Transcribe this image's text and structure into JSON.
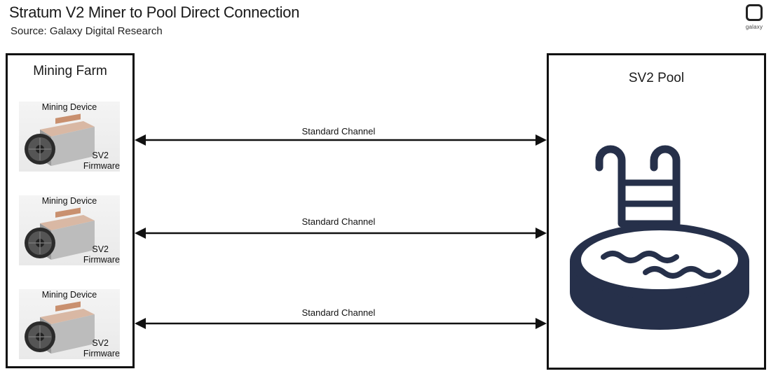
{
  "header": {
    "title": "Stratum V2 Miner to Pool Direct Connection",
    "source": "Source: Galaxy Digital Research",
    "logo_text": "galaxy"
  },
  "farm": {
    "title": "Mining Farm",
    "devices": [
      {
        "label": "Mining Device",
        "firmware_line1": "SV2",
        "firmware_line2": "Firmware"
      },
      {
        "label": "Mining Device",
        "firmware_line1": "SV2",
        "firmware_line2": "Firmware"
      },
      {
        "label": "Mining Device",
        "firmware_line1": "SV2",
        "firmware_line2": "Firmware"
      }
    ]
  },
  "channels": [
    {
      "label": "Standard Channel"
    },
    {
      "label": "Standard Channel"
    },
    {
      "label": "Standard Channel"
    }
  ],
  "pool": {
    "title": "SV2 Pool",
    "icon": "swimming-pool-icon"
  },
  "colors": {
    "border": "#111111",
    "pool_icon": "#26304a",
    "arrow": "#111111"
  }
}
